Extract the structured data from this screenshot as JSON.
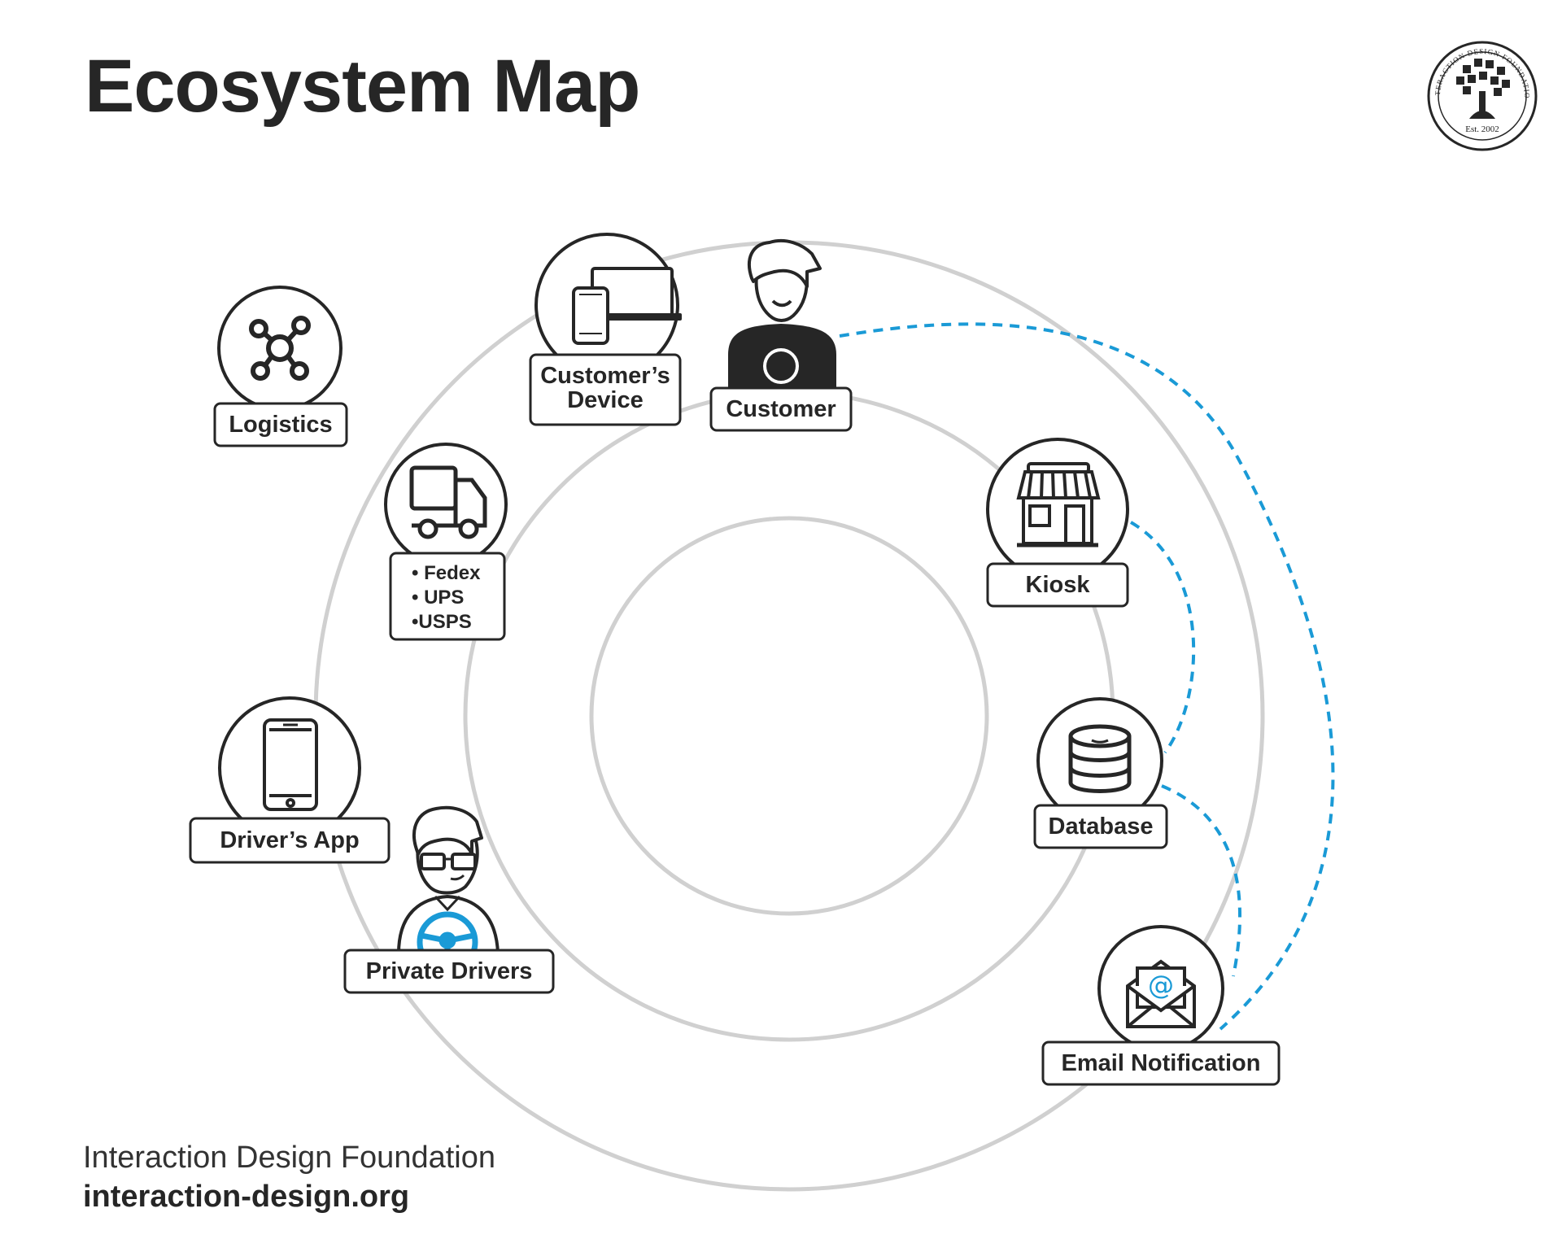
{
  "title": "Ecosystem Map",
  "footer": {
    "name": "Interaction Design Foundation",
    "url": "interaction-design.org"
  },
  "seal": {
    "ring_text": "INTERACTION DESIGN FOUNDATION",
    "est": "Est. 2002"
  },
  "colors": {
    "ring": "#d0d0d0",
    "stroke": "#262626",
    "accent": "#1a9ad6",
    "dark_fill": "#262626"
  },
  "nodes": {
    "logistics": {
      "label": "Logistics",
      "icon": "network-hub-icon"
    },
    "customers_device": {
      "label_line1": "Customer’s",
      "label_line2": "Device",
      "icon": "devices-icon"
    },
    "customer": {
      "label": "Customer",
      "icon": "person-icon"
    },
    "carriers": {
      "items": [
        "• Fedex",
        "• UPS",
        "•USPS"
      ],
      "icon": "truck-icon"
    },
    "kiosk": {
      "label": "Kiosk",
      "icon": "storefront-icon"
    },
    "database": {
      "label": "Database",
      "icon": "database-icon"
    },
    "drivers_app": {
      "label": "Driver’s App",
      "icon": "smartphone-icon"
    },
    "private_drivers": {
      "label": "Private Drivers",
      "icon": "driver-icon"
    },
    "email": {
      "label": "Email Notification",
      "icon": "email-icon"
    }
  }
}
